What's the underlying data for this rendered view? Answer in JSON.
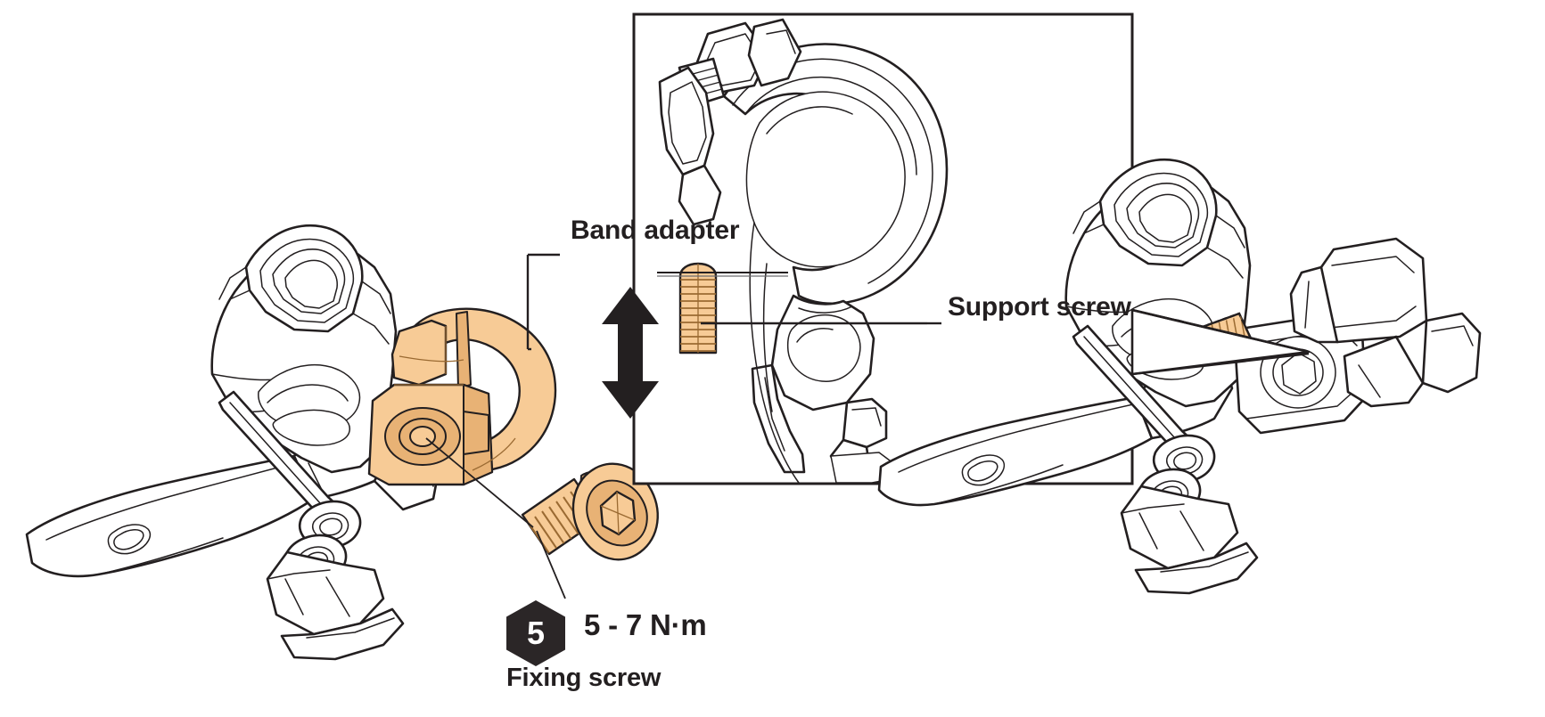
{
  "document": {
    "type": "technical-exploded-diagram",
    "subject": "Bicycle front derailleur band adapter installation"
  },
  "labels": {
    "band_adapter": "Band adapter",
    "support_screw": "Support screw",
    "fixing_screw": "Fixing screw",
    "torque_value": "5 - 7 N·m",
    "step_number": "5"
  },
  "colors": {
    "highlight_fill": "#F7CB96",
    "highlight_fill_dark": "#E8B275",
    "outline": "#231f20",
    "line_light": "#6d6e71",
    "badge_bg": "#2b2627",
    "badge_text": "#ffffff",
    "text": "#231f20",
    "metal_light": "#ffffff",
    "metal_shade": "#f2f2f2"
  },
  "figures": [
    {
      "name": "left-derailleur-exploded",
      "description": "Front derailleur body shown with orange-highlighted band adapter separated, and fixing screw below"
    },
    {
      "name": "inset-detail-box",
      "description": "Boxed close-up of band clamp showing vertical support screw with up-down adjustment arrow"
    },
    {
      "name": "right-derailleur-assembled",
      "description": "Front derailleur assembled with support screw highlighted in orange"
    }
  ],
  "annotations": {
    "arrow_direction": "up-down",
    "leader_lines": 4
  }
}
